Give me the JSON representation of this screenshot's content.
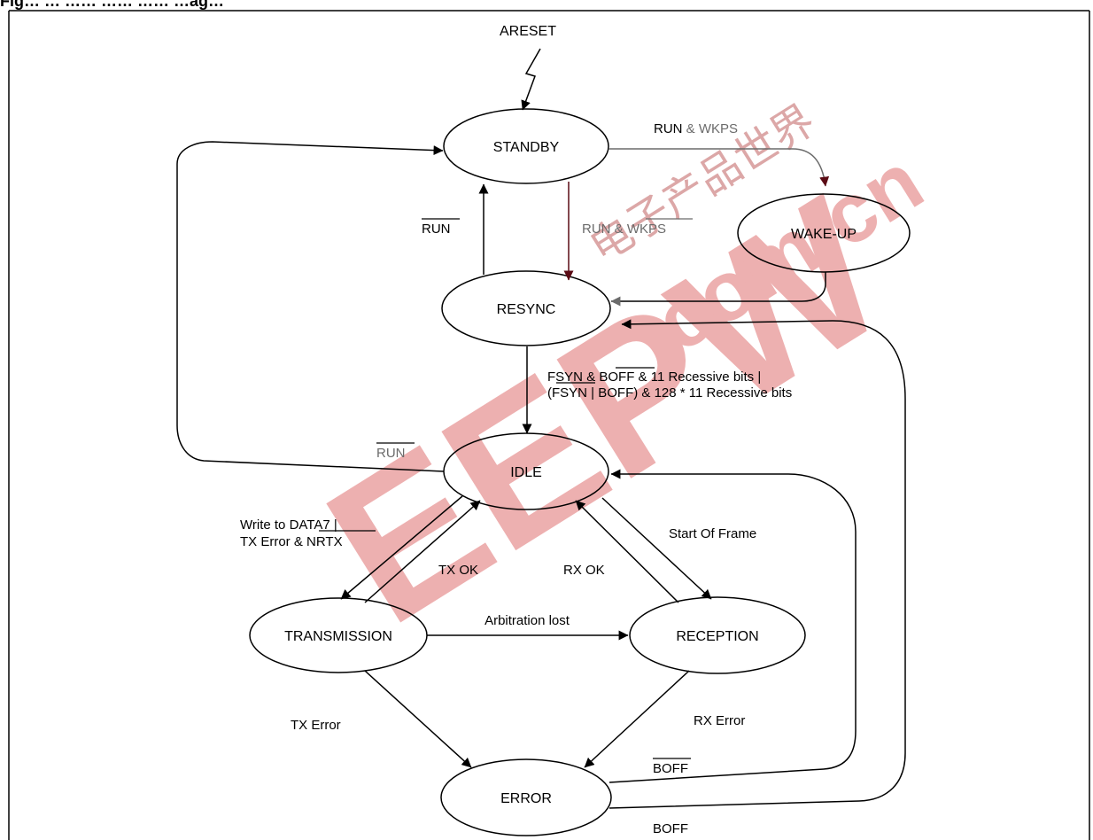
{
  "figure": {
    "caption_fragment": "Fig… … …… …… …… …ag…"
  },
  "diagram": {
    "reset_label": "ARESET",
    "states": {
      "standby": "STANDBY",
      "wakeup": "WAKE-UP",
      "resync": "RESYNC",
      "idle": "IDLE",
      "transmission": "TRANSMISSION",
      "reception": "RECEPTION",
      "error": "ERROR"
    },
    "transitions": {
      "standby_to_wakeup_a": "RUN",
      "standby_to_wakeup_amp": " & ",
      "standby_to_wakeup_b": "WKPS",
      "resync_to_standby": "RUN",
      "standby_to_resync_a": "RUN & ",
      "standby_to_resync_b": "WKPS",
      "resync_to_idle_line1_a": "FSYN ",
      "resync_to_idle_line1_b": "& ",
      "resync_to_idle_line1_c": "BOFF",
      "resync_to_idle_line1_d": " & 11 Recessive bits |",
      "resync_to_idle_line2": "(FSYN | BOFF) & 128 * 11 Recessive bits",
      "idle_to_standby": "RUN",
      "idle_to_tx_line1": "Write to DATA7 |",
      "idle_to_tx_line2": "TX Error & NRTX",
      "tx_to_idle": "TX OK",
      "rx_to_idle": "RX OK",
      "idle_to_rx": "Start Of Frame",
      "tx_to_rx": "Arbitration lost",
      "tx_to_error": "TX Error",
      "rx_to_error": "RX Error",
      "error_to_idle": "BOFF",
      "error_to_resync": "BOFF"
    },
    "watermark": {
      "brand": "EEPW",
      "domain": ".com.cn",
      "chinese": "电子产品世界"
    }
  },
  "colors": {
    "line": "#000000",
    "dark_red_arrow": "#5a0a14",
    "grey_arrow": "#6b6b6b",
    "watermark_red": "#e07070"
  }
}
